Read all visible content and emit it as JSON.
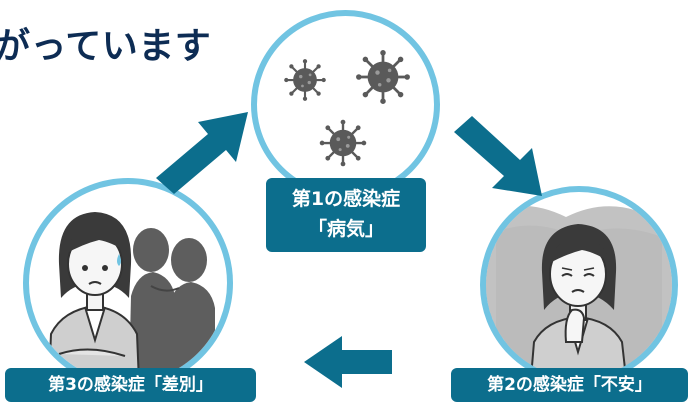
{
  "title": "がっています",
  "nodes": {
    "first": {
      "line1": "第1の感染症",
      "line2": "「病気」",
      "icon": "virus-icon"
    },
    "second": {
      "label": "第2の感染症「不安」",
      "icon": "anxious-person-icon"
    },
    "third": {
      "label": "第3の感染症「差別」",
      "icon": "discriminated-person-icon"
    }
  },
  "colors": {
    "title": "#0d2c54",
    "circle_border": "#71c4e2",
    "label_bg": "#0c6e8d",
    "arrow": "#0c6e8d",
    "virus": "#5a5a5a"
  }
}
